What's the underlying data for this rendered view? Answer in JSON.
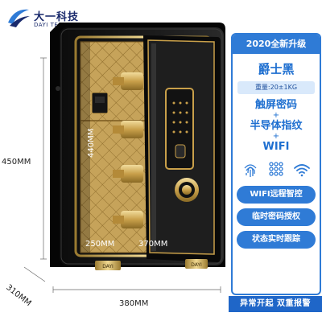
{
  "brand": {
    "name_cn": "大一科技",
    "name_en": "DAYI TECHNOLOGY"
  },
  "dimensions": {
    "height": "450MM",
    "depth": "310MM",
    "width": "380MM",
    "inner_height": "440MM",
    "inner_width": "250MM",
    "inner_depth": "370MM"
  },
  "product": {
    "header": "2020全新升级",
    "model": "爵士黑",
    "weight": "重量:20±1KG",
    "features": [
      "触屏密码",
      "半导体指纹",
      "WIFI"
    ],
    "plus_sign": "+",
    "feature_icons": [
      "fingerprint-icon",
      "keypad-icon",
      "wifi-icon"
    ],
    "services": [
      "WIFI远程智控",
      "临时密码授权",
      "状态实时跟踪"
    ],
    "alarm": "异常开起 双重报警"
  },
  "safe_labels": {
    "handle_brand": "DAYI"
  },
  "colors": {
    "accent": "#2f7bd6",
    "safe_body": "#141414",
    "gold": "#c9a04a"
  }
}
